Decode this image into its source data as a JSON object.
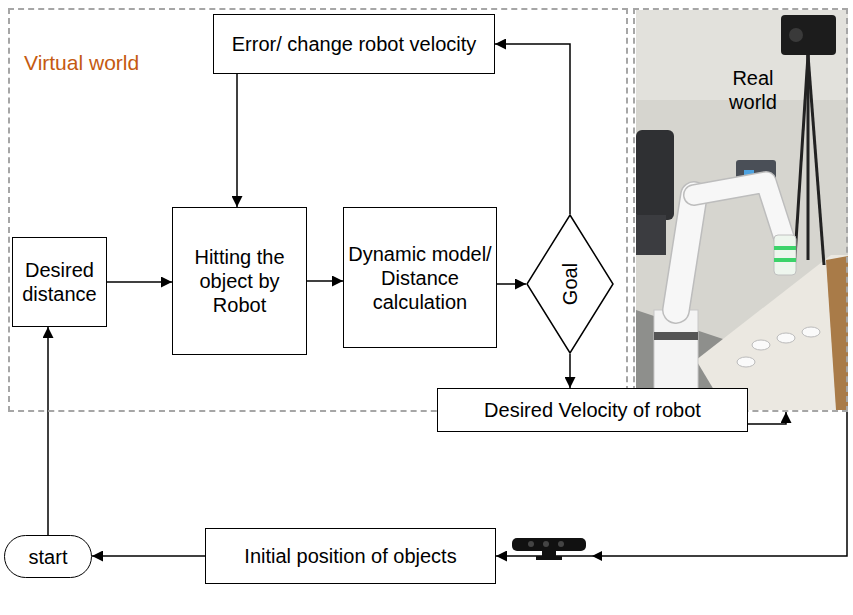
{
  "diagram": {
    "nodes": [
      {
        "text": [
          "Virtual world"
        ]
      },
      {
        "text": [
          "Error/ change robot velocity"
        ],
        "in": 0
      },
      {
        "text": [
          "Desired distance"
        ],
        "in": 0
      },
      {
        "text": [
          "Hitting the object by Robot"
        ],
        "in": 0
      },
      {
        "text": [
          "Dynamic model/ Distance calculation"
        ],
        "in": 0
      },
      {
        "text": [
          "Goal"
        ],
        "in": 0
      },
      {
        "text": [
          "Real world"
        ]
      },
      {
        "text": [
          "Desired Velocity of robot"
        ]
      },
      {
        "text": [
          "start"
        ]
      },
      {
        "text": [
          "Initial position of objects"
        ]
      }
    ],
    "edges": [
      {
        "from": 1,
        "to": 3,
        "arrow": "to"
      },
      {
        "from": 2,
        "to": 3,
        "arrow": "to"
      },
      {
        "from": 3,
        "to": 4,
        "arrow": "to"
      },
      {
        "from": 4,
        "to": 5,
        "arrow": "to"
      },
      {
        "from": 5,
        "to": 1,
        "arrow": "to"
      },
      {
        "from": 5,
        "to": 7,
        "arrow": "to"
      },
      {
        "from": 7,
        "to": 6,
        "arrow": "to"
      },
      {
        "from": 6,
        "to": 9,
        "arrow": "to"
      },
      {
        "from": 9,
        "to": 8,
        "arrow": "to"
      },
      {
        "from": 8,
        "to": 2,
        "arrow": "to"
      }
    ]
  }
}
